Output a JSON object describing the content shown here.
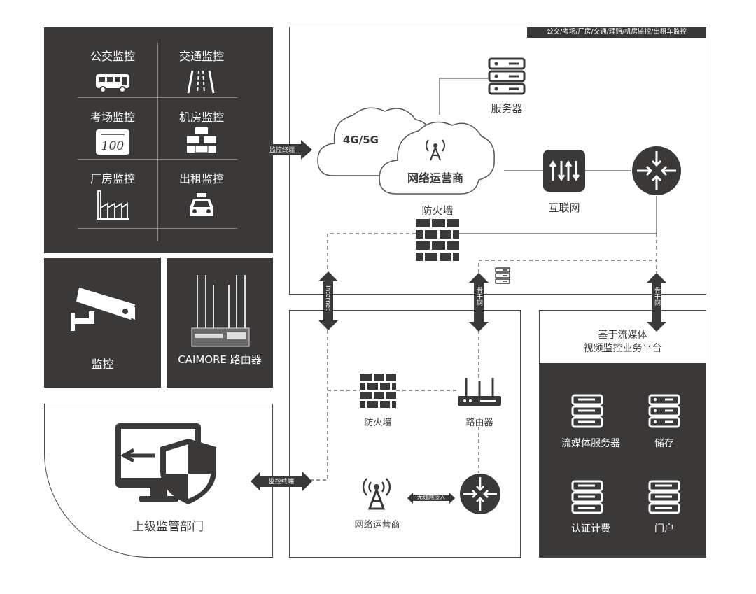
{
  "monitor_panel": {
    "items": [
      {
        "label": "公交监控",
        "icon": "bus-icon"
      },
      {
        "label": "交通监控",
        "icon": "road-icon"
      },
      {
        "label": "考场监控",
        "icon": "exam-score-icon"
      },
      {
        "label": "机房监控",
        "icon": "server-rack-icon"
      },
      {
        "label": "厂房监控",
        "icon": "factory-icon"
      },
      {
        "label": "出租监控",
        "icon": "taxi-icon"
      }
    ]
  },
  "camera_tile": {
    "label": "监控",
    "icon": "cctv-camera-icon"
  },
  "router_tile": {
    "label": "CAIMORE 路由器",
    "icon": "industrial-router-icon"
  },
  "upper_dept": {
    "label": "上级监管部门",
    "icon": "monitor-shield-icon"
  },
  "top_box": {
    "tag": "公交/考场/厂房/交通/理赔/机房监控/出租车监控",
    "cloud_back_label": "4G/5G",
    "cloud_front_label": "网络运营商",
    "server_label": "服务器",
    "internet_label": "互联网",
    "firewall_label": "防火墙"
  },
  "mid_box": {
    "firewall_label": "防火墙",
    "router_label": "路由器",
    "carrier_label": "网络运营商",
    "wireless_label": "无线网接入"
  },
  "platform": {
    "title_line1": "基于流媒体",
    "title_line2": "视频监控业务平台",
    "items": [
      {
        "label": "流媒体服务器"
      },
      {
        "label": "储存"
      },
      {
        "label": "认证计费"
      },
      {
        "label": "门户"
      }
    ]
  },
  "connectors": {
    "top_arrow_label": "监控终端",
    "bottom_arrow_label": "监控终端",
    "internet_arrow_label": "Internet",
    "backbone_mid_label": "骨干网",
    "backbone_right_label": "骨干网"
  }
}
